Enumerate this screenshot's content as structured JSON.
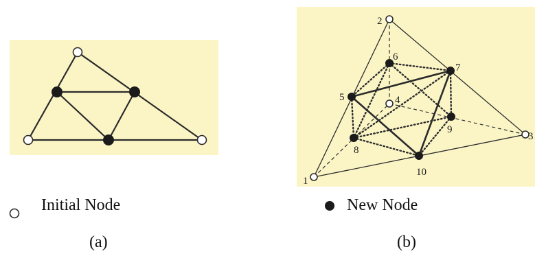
{
  "legend": {
    "initial_node": "Initial Node",
    "new_node": "New Node"
  },
  "captions": {
    "a": "(a)",
    "b": "(b)"
  },
  "panel_b": {
    "node_labels": [
      "1",
      "2",
      "3",
      "4",
      "5",
      "6",
      "7",
      "8",
      "9",
      "10"
    ]
  },
  "colors": {
    "panel_background": "#fbf5c6",
    "line": "#2b2b2b",
    "new_node_fill": "#1b1b1b",
    "initial_node_fill": "#ffffff"
  }
}
